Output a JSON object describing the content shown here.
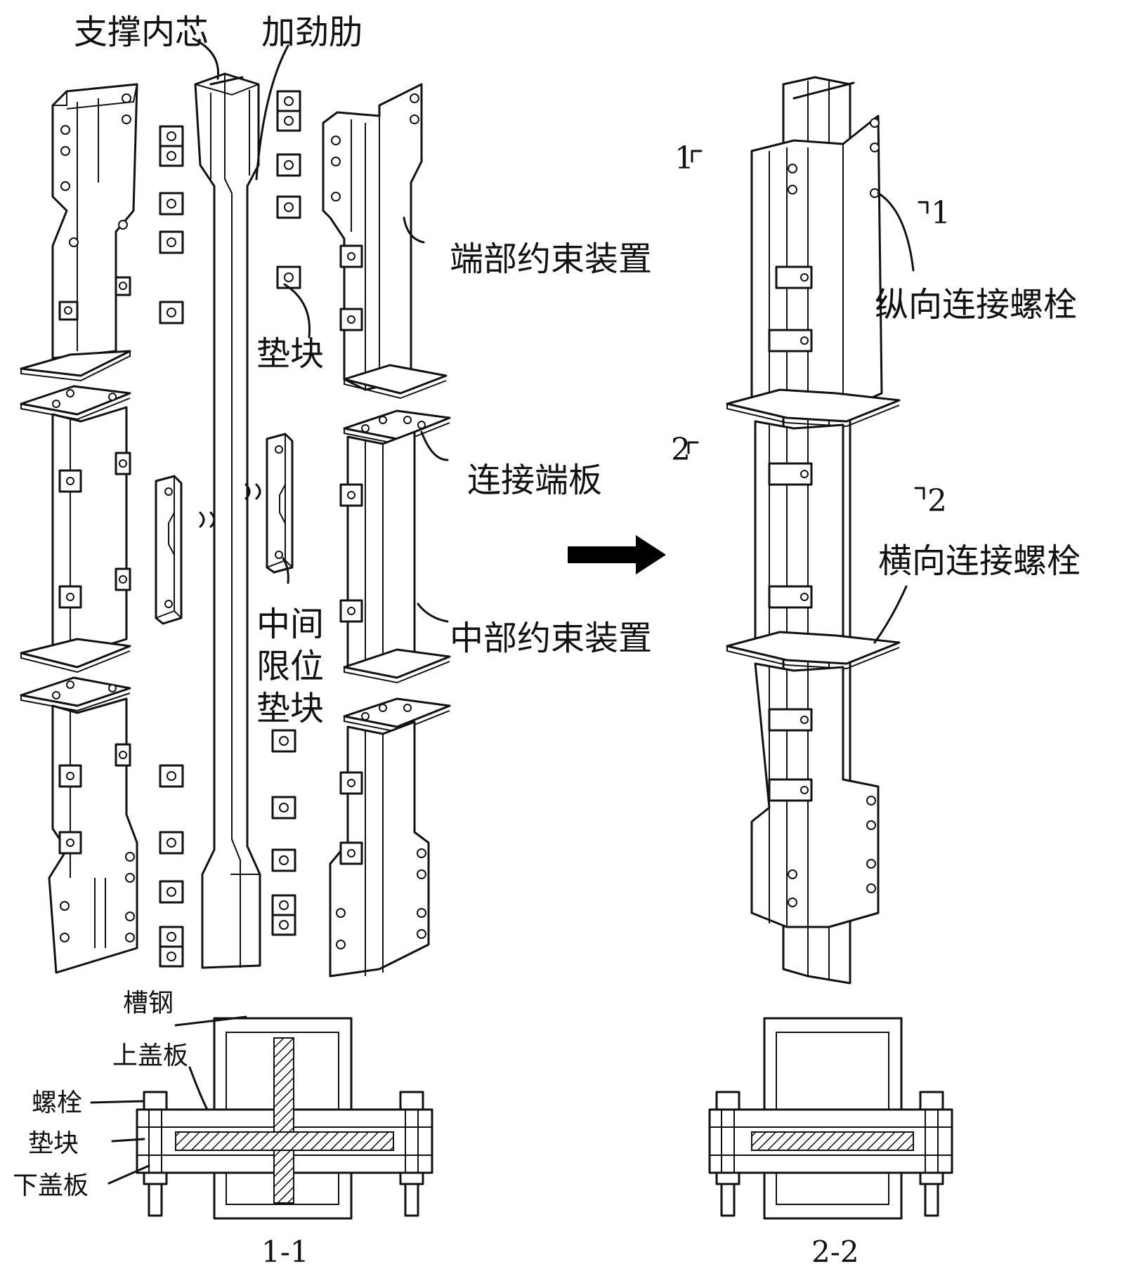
{
  "labels": {
    "core": "支撑内芯",
    "stiffener": "加劲肋",
    "end_restraint": "端部约束装置",
    "filler_block": "垫块",
    "end_plate": "连接端板",
    "middle_stop_block_line1": "中间",
    "middle_stop_block_line2": "限位",
    "middle_stop_block_line3": "垫块",
    "middle_restraint": "中部约束装置",
    "longitudinal_bolt": "纵向连接螺栓",
    "transverse_bolt": "横向连接螺栓"
  },
  "section_marks": {
    "cut1_left": "1",
    "cut1_right": "1",
    "cut2_left": "2",
    "cut2_right": "2"
  },
  "section_labels": {
    "channel": "槽钢",
    "top_plate": "上盖板",
    "bolt": "螺栓",
    "filler": "垫块",
    "bottom_plate": "下盖板",
    "title_1_1": "1-1",
    "title_2_2": "2-2"
  },
  "colors": {
    "line": "#111111",
    "background": "#ffffff",
    "arrow": "#000000"
  },
  "icons": {
    "assembly_arrow": "right-arrow-icon"
  }
}
